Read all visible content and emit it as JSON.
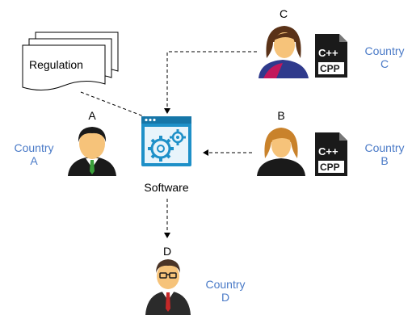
{
  "document": {
    "label": "Regulation"
  },
  "software": {
    "label": "Software"
  },
  "nodes": {
    "a": {
      "letter": "A",
      "country_line1": "Country",
      "country_line2": "A"
    },
    "b": {
      "letter": "B",
      "country_line1": "Country",
      "country_line2": "B"
    },
    "c": {
      "letter": "C",
      "country_line1": "Country",
      "country_line2": "C"
    },
    "d": {
      "letter": "D",
      "country_line1": "Country",
      "country_line2": "D"
    }
  },
  "cpp_badges": {
    "top": "C++",
    "bottom": "CPP"
  },
  "colors": {
    "country_text": "#4a7ac7",
    "software_icon": "#1e90c8",
    "connector": "#000000"
  }
}
